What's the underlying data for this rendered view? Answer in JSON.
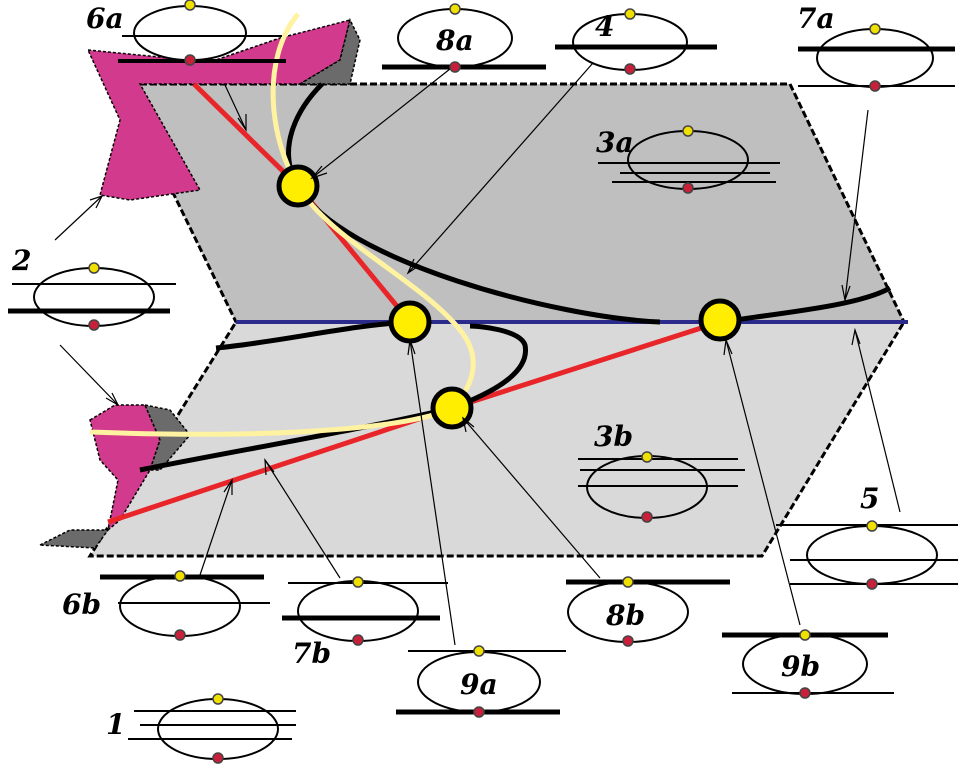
{
  "labels": {
    "l1": "1",
    "l2": "2",
    "l3a": "3a",
    "l3b": "3b",
    "l4": "4",
    "l5": "5",
    "l6a": "6a",
    "l6b": "6b",
    "l7a": "7a",
    "l7b": "7b",
    "l8a": "8a",
    "l8b": "8b",
    "l9a": "9a",
    "l9b": "9b"
  },
  "colors": {
    "upper_region": "#bfbfbf",
    "lower_region": "#d6d6d6",
    "divider": "#2b2b8c",
    "red_curve": "#e8262a",
    "yellow_curve": "#fff2a0",
    "black_curve": "#000000",
    "node": "#ffee00",
    "magenta_sheet": "#d23a8e",
    "dark_sheet": "#6b6b6b",
    "top_dot": "#f0e000",
    "bottom_dot": "#c8203a"
  }
}
